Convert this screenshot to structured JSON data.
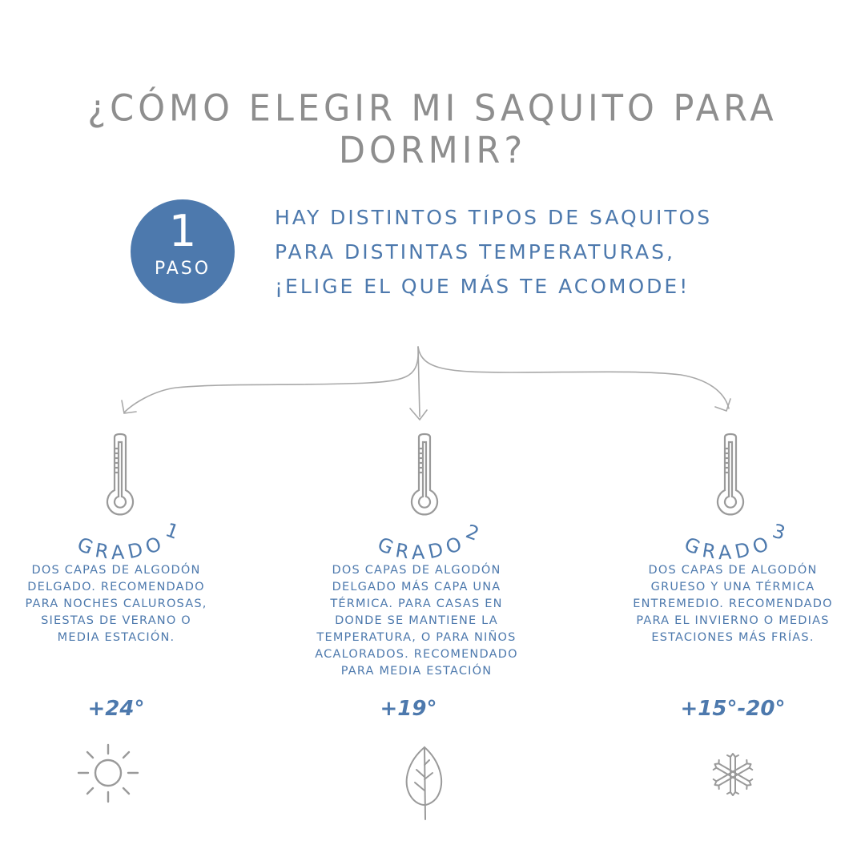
{
  "title": "¿Cómo elegir mi saquito para dormir?",
  "step": {
    "number": "1",
    "label": "PASO",
    "color": "#4d79ad",
    "text_lines": [
      "Hay distintos tipos de saquitos",
      "para distintas temperaturas,",
      "¡elige el que más te acomode!"
    ]
  },
  "colors": {
    "accent_blue": "#4d79ad",
    "title_gray": "#8e8e8e",
    "icon_gray": "#9a9a9a",
    "background": "#ffffff"
  },
  "options": [
    {
      "grado_word": "GRADO",
      "grado_num": "1",
      "description_lines": [
        "Dos capas de algodón",
        "delgado. Recomendado",
        "para noches calurosas,",
        "siestas de verano o",
        "media estación."
      ],
      "temperature": "+24°",
      "icon": "sun-icon"
    },
    {
      "grado_word": "GRADO",
      "grado_num": "2",
      "description_lines": [
        "Dos capas de algodón",
        "delgado más capa una",
        "térmica. Para casas en",
        "donde se mantiene la",
        "temperatura, o para niños",
        "acalorados. Recomendado",
        "para media estación"
      ],
      "temperature": "+19°",
      "icon": "leaf-icon"
    },
    {
      "grado_word": "GRADO",
      "grado_num": "3",
      "description_lines": [
        "Dos capas de algodón",
        "grueso y una térmica",
        "entremedio. Recomendado",
        "para el invierno o medias",
        "estaciones más frías."
      ],
      "temperature": "+15°-20°",
      "icon": "snowflake-icon"
    }
  ]
}
